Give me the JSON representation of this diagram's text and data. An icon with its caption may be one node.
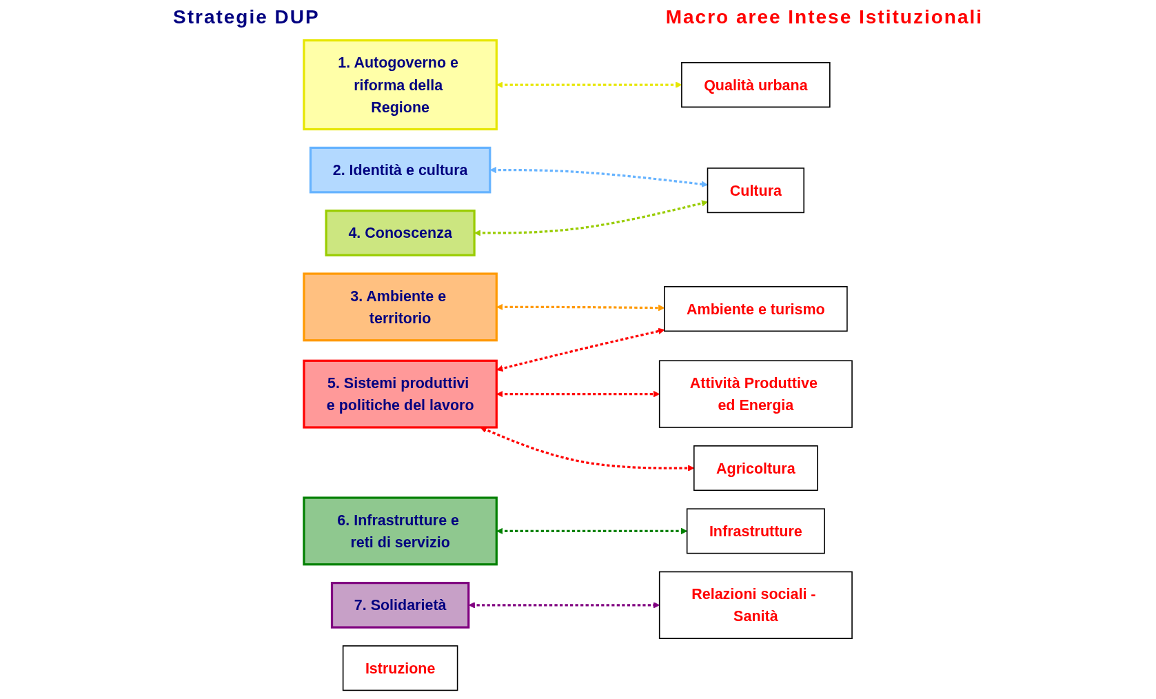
{
  "diagram": {
    "nodes": [
      {
        "text": [
          "1. Autogoverno e riforma della Regione"
        ]
      },
      {
        "text": [
          "2. Identità e cultura"
        ]
      },
      {
        "text": [
          "3. Ambiente e territorio"
        ]
      },
      {
        "text": [
          "4. Conoscenza"
        ]
      },
      {
        "text": [
          "5. Sistemi produttivi e politiche del lavoro"
        ]
      },
      {
        "text": [
          "6. Infrastrutture e reti di servizio"
        ]
      },
      {
        "text": [
          "7. Solidarietà"
        ]
      },
      {
        "text": [
          "Infrastrutture"
        ]
      },
      {
        "text": [
          "Attività Produttive ed Energia"
        ]
      },
      {
        "text": [
          "Cultura"
        ]
      },
      {
        "text": [
          "Istruzione"
        ]
      },
      {
        "text": [
          "Ambiente e turismo"
        ]
      },
      {
        "text": [
          "Agricoltura"
        ]
      },
      {
        "text": [
          "Qualità urbana"
        ]
      },
      {
        "text": [
          "Relazioni sociali - Sanità"
        ]
      }
    ],
    "edges": [
      {
        "from": 0,
        "to": 13,
        "arrow": "both",
        "style": "dashed",
        "color": "#e6e600"
      },
      {
        "from": 1,
        "to": 9,
        "arrow": "both",
        "style": "dashed",
        "color": "#66b3ff"
      },
      {
        "from": 2,
        "to": 11,
        "arrow": "both",
        "style": "dashed",
        "color": "#ff9900"
      },
      {
        "from": 3,
        "to": 9,
        "arrow": "both",
        "style": "dashed",
        "color": "#99cc00"
      },
      {
        "from": 4,
        "to": 8,
        "arrow": "both",
        "style": "dashed",
        "color": "#ff0000"
      },
      {
        "from": 4,
        "to": 11,
        "arrow": "both",
        "style": "dashed",
        "color": "#ff0000"
      },
      {
        "from": 4,
        "to": 12,
        "arrow": "both",
        "style": "dashed",
        "color": "#ff0000"
      },
      {
        "from": 5,
        "to": 7,
        "arrow": "both",
        "style": "dashed",
        "color": "#008000"
      },
      {
        "from": 6,
        "to": 14,
        "arrow": "both",
        "style": "dashed",
        "color": "#800080"
      }
    ],
    "labels": [
      "Strategie DUP",
      "Macro aree Intese Istituzionali"
    ]
  }
}
